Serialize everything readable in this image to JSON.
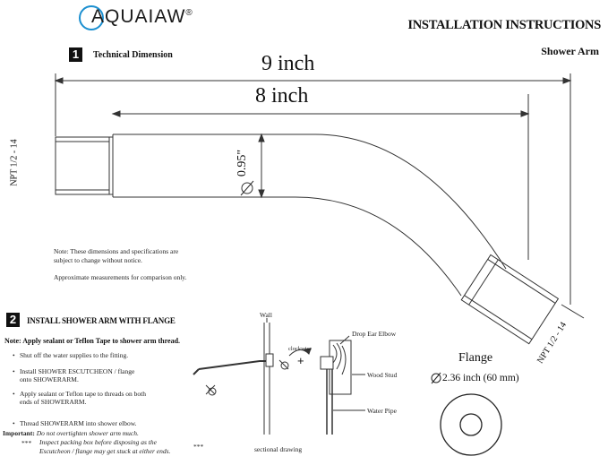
{
  "brand": {
    "logo_text": "AQUAIAW",
    "logo_reg": "®"
  },
  "header": {
    "title": "INSTALLATION INSTRUCTIONS",
    "subtitle": "Shower Arm"
  },
  "step1": {
    "number": "1",
    "label": "Technical Dimension",
    "dim_overall": "9 inch",
    "dim_arm": "8 inch",
    "diameter": "0.95\"",
    "thread_left": "NPT 1/2 - 14",
    "thread_right": "NPT 1/2 - 14",
    "note_line1": "Note: These dimensions and specifications are",
    "note_line2": "subject to change without notice.",
    "note_line3": "Approximate measurements for comparison only."
  },
  "step2": {
    "number": "2",
    "label": "INSTALL SHOWER ARM WITH FLANGE",
    "note": "Note: Apply sealant or Teflon Tape to shower arm thread.",
    "bullets": [
      "Shut off the water supplies to the fitting.",
      "Install SHOWER ESCUTCHEON / flange onto SHOWERARM.",
      "Apply sealant or Teflon tape to threads on both ends of SHOWERARM.",
      "Thread SHOWERARM into shower elbow."
    ],
    "important_label": "Important:",
    "important_line1": "Do not overtighten shower arm much.",
    "important_line2": "Inspect packing box before disposing as the",
    "important_line3": "Escutcheon / flange may get stuck at either ends.",
    "stars": "***"
  },
  "sectional": {
    "wall": "Wall",
    "clockwise": "clockwise",
    "plus": "+",
    "drop_ear_elbow": "Drop Ear Elbow",
    "wood_stud": "Wood Stud",
    "water_pipe": "Water Pipe",
    "caption": "sectional drawing"
  },
  "flange": {
    "title": "Flange",
    "dimension": "2.36 inch (60 mm)"
  }
}
